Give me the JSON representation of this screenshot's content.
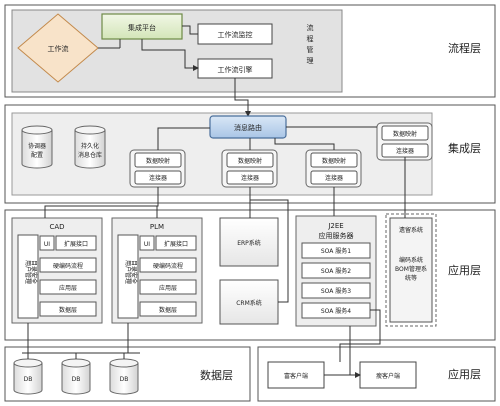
{
  "layers": {
    "process": "流程层",
    "integration": "集成层",
    "application_top": "应用层",
    "data": "数据层",
    "application_bottom": "应用层"
  },
  "process": {
    "workflow": "工作流",
    "integration_platform": "集成平台",
    "workflow_monitor": "工作流监控",
    "workflow_engine": "工作流引擎",
    "process_management": [
      "流",
      "程",
      "管",
      "理"
    ]
  },
  "integration": {
    "message_router": "消息路由",
    "coordinator": [
      "协调器",
      "配置"
    ],
    "persistence": [
      "持久化",
      "消息仓库"
    ],
    "data_mapping": "数据映射",
    "connector": "连接器"
  },
  "apps": {
    "cad": {
      "title": "CAD",
      "security": [
        "用户管理",
        "目录安全"
      ],
      "rows": [
        "UI",
        "扩展接口",
        "硬编码流程",
        "应用层",
        "数据层"
      ]
    },
    "plm": {
      "title": "PLM",
      "security": [
        "用户管理",
        "目录安全"
      ],
      "rows": [
        "UI",
        "扩展接口",
        "硬编码流程",
        "应用层",
        "数据层"
      ]
    },
    "erp": "ERP系统",
    "crm": "CRM系统",
    "j2ee": {
      "title": [
        "J2EE",
        "应用服务器"
      ],
      "services": [
        "SOA 服务1",
        "SOA 服务2",
        "SOA 服务3",
        "SOA 服务4"
      ]
    },
    "legacy": {
      "title": "遗留系统",
      "desc": [
        "编码系统",
        "BOM管理系",
        "统等"
      ]
    }
  },
  "data_layer": {
    "db": "DB"
  },
  "clients": {
    "fat": "富客户端",
    "thin": "瘦客户端"
  }
}
